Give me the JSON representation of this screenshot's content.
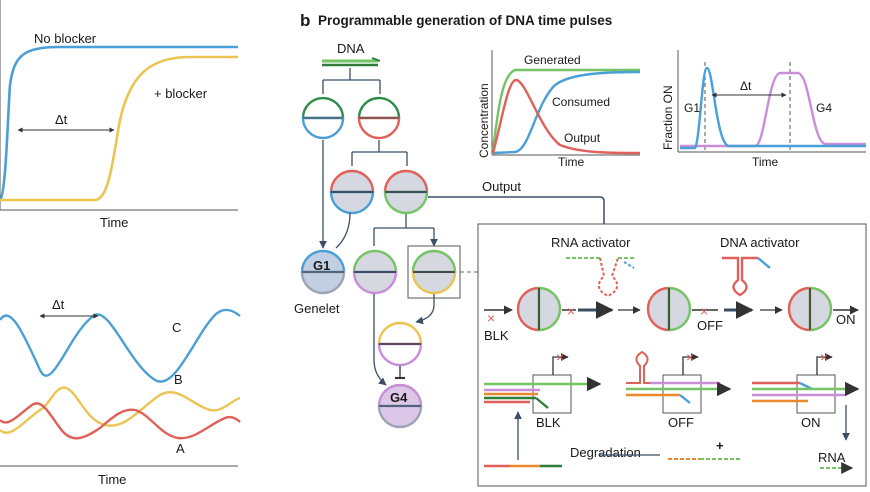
{
  "panel_a_top": {
    "label_no_blocker": "No blocker",
    "label_blocker": "+ blocker",
    "delta": "Δt",
    "xlabel": "Time"
  },
  "panel_a_bottom": {
    "delta": "Δt",
    "label_c": "C",
    "label_b": "B",
    "label_a": "A",
    "xlabel": "Time"
  },
  "panel_b": {
    "letter": "b",
    "title": "Programmable generation of DNA time pulses",
    "dna_label": "DNA",
    "output_label": "Output",
    "g1_label": "G1",
    "g4_label": "G4",
    "genelet_label": "Genelet"
  },
  "inset_concentration": {
    "ylabel": "Concentration",
    "xlabel": "Time",
    "generated": "Generated",
    "consumed": "Consumed",
    "output": "Output"
  },
  "inset_fraction": {
    "ylabel": "Fraction ON",
    "xlabel": "Time",
    "delta": "Δt",
    "g1": "G1",
    "g4": "G4"
  },
  "mechanism": {
    "rna_activator": "RNA activator",
    "dna_activator": "DNA activator",
    "blk": "BLK",
    "off": "OFF",
    "on": "ON",
    "blk2": "BLK",
    "off2": "OFF",
    "on2": "ON",
    "degradation": "Degradation",
    "plus": "+",
    "rna": "RNA"
  },
  "colors": {
    "blue": "#4a9fd6",
    "yellow": "#ecc452",
    "red": "#e0605a",
    "green": "#74c365",
    "purple": "#c88fd8",
    "navy": "#3a5a78",
    "orange": "#ea8a2d"
  }
}
